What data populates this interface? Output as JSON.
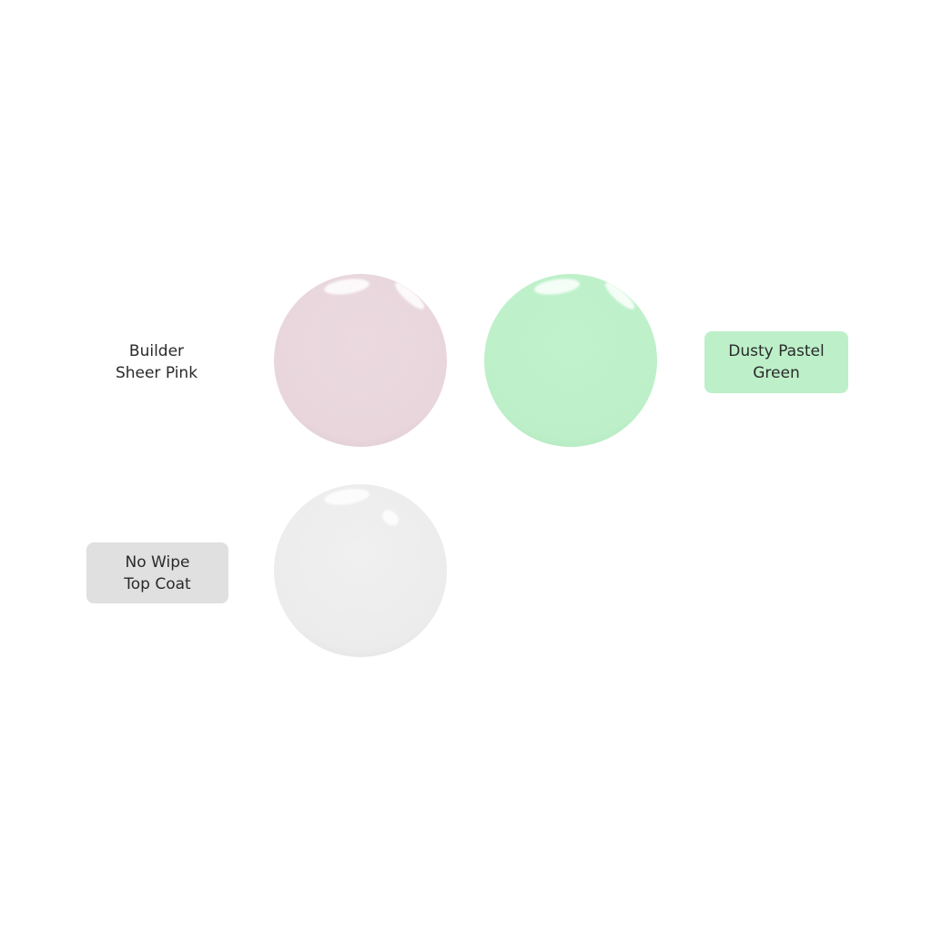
{
  "swatches": [
    {
      "name": "Builder Sheer Pink",
      "line1": "Builder",
      "line2": "Sheer Pink",
      "color": "#e8d6dc",
      "selected": false
    },
    {
      "name": "Dusty Pastel Green",
      "line1": "Dusty Pastel",
      "line2": "Green",
      "color": "#bdf0c9",
      "selected": true,
      "highlight": "#bdf0c9"
    },
    {
      "name": "No Wipe Top Coat",
      "line1": "No Wipe",
      "line2": "Top Coat",
      "color": "#ededed",
      "selected": true,
      "highlight": "#e0e0e0"
    }
  ]
}
